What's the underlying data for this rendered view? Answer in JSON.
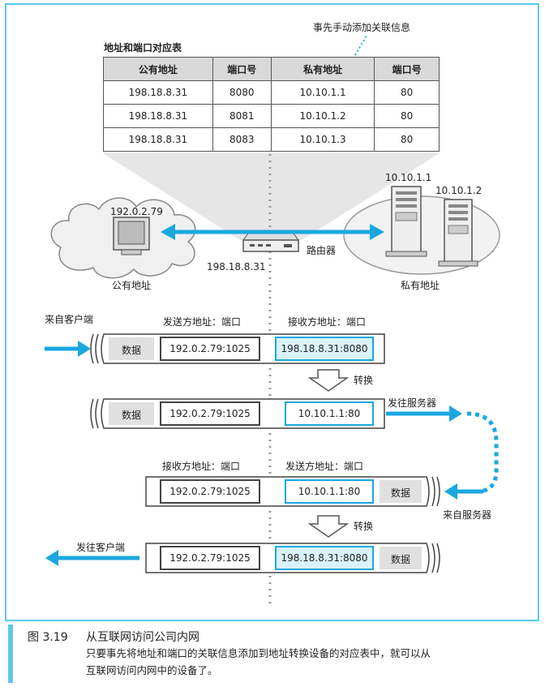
{
  "annotation": "事先手动添加关联信息",
  "table": {
    "title": "地址和端口对应表",
    "headers": [
      "公有地址",
      "端口号",
      "私有地址",
      "端口号"
    ],
    "rows": [
      [
        "198.18.8.31",
        "8080",
        "10.10.1.1",
        "80"
      ],
      [
        "198.18.8.31",
        "8081",
        "10.10.1.2",
        "80"
      ],
      [
        "198.18.8.31",
        "8083",
        "10.10.1.3",
        "80"
      ]
    ]
  },
  "network": {
    "client_ip": "192.0.2.79",
    "public_label": "公有地址",
    "router_ip": "198.18.8.31",
    "router_label": "路由器",
    "server1_ip": "10.10.1.1",
    "server2_ip": "10.10.1.2",
    "private_label": "私有地址"
  },
  "flow": {
    "from_client": "来自客户端",
    "send_label_1": "发送方地址：端口",
    "recv_label_1": "接收方地址：端口",
    "data": "数据",
    "p1_src": "192.0.2.79:1025",
    "p1_dst": "198.18.8.31:8080",
    "convert": "转换",
    "p2_src": "192.0.2.79:1025",
    "p2_dst": "10.10.1.1:80",
    "to_server": "发往服务器",
    "recv_label_2": "接收方地址：端口",
    "send_label_2": "发送方地址：端口",
    "p3_dst": "192.0.2.79:1025",
    "p3_src": "10.10.1.1:80",
    "from_server": "来自服务器",
    "p4_dst": "192.0.2.79:1025",
    "p4_src": "198.18.8.31:8080",
    "to_client": "发往客户端"
  },
  "caption": {
    "number": "图 3.19",
    "title": "从互联网访问公司内网",
    "desc_line1": "只要事先将地址和端口的关联信息添加到地址转换设备的对应表中，就可以从",
    "desc_line2": "互联网访问内网中的设备了。"
  },
  "colors": {
    "accent": "#1aa7e0",
    "highlight_fill": "#d9f2fb",
    "frame": "#5ec8ea"
  }
}
